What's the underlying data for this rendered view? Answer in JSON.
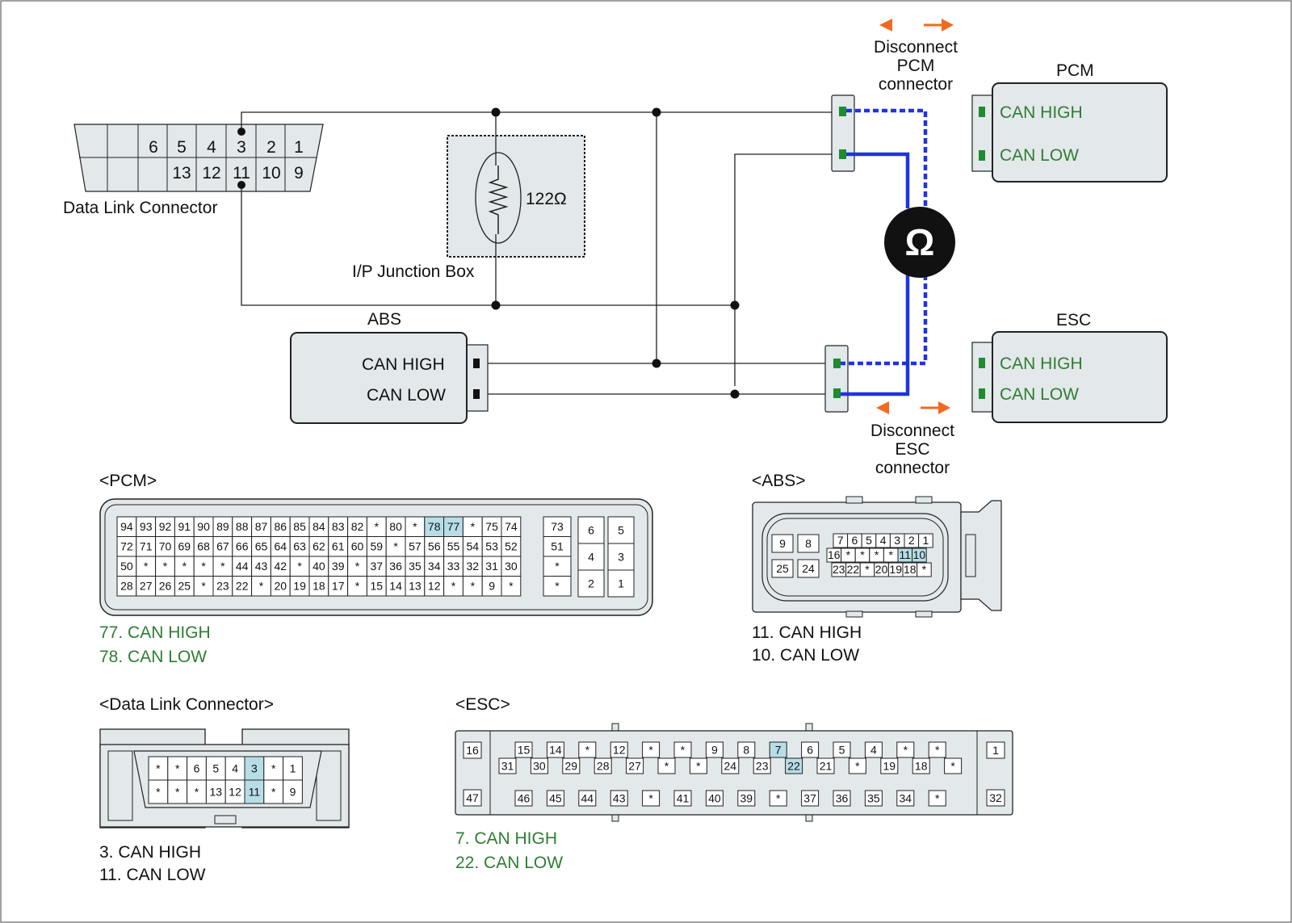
{
  "colors": {
    "wire_blue": "#1f33e0",
    "arrow_orange": "#f26a21",
    "can_green": "#2e7d32",
    "highlight": "#b7dde6",
    "ecu_fill": "#e3e8ea"
  },
  "schematic": {
    "dlc_label": "Data Link Connector",
    "dlc_top_pins": [
      "6",
      "5",
      "4",
      "3",
      "2",
      "1"
    ],
    "dlc_bottom_pins": [
      "13",
      "12",
      "11",
      "10",
      "9"
    ],
    "junction_box_label": "I/P Junction Box",
    "resistor_value": "122Ω",
    "pcm": {
      "title": "PCM",
      "can_high": "CAN HIGH",
      "can_low": "CAN LOW"
    },
    "esc": {
      "title": "ESC",
      "can_high": "CAN HIGH",
      "can_low": "CAN LOW"
    },
    "abs": {
      "title": "ABS",
      "can_high": "CAN HIGH",
      "can_low": "CAN LOW"
    },
    "disconnect_pcm": [
      "Disconnect",
      "PCM",
      "connector"
    ],
    "disconnect_esc": [
      "Disconnect",
      "ESC",
      "connector"
    ],
    "meter_symbol": "Ω"
  },
  "pcm_connector": {
    "title": "<PCM>",
    "rows": [
      [
        "94",
        "93",
        "92",
        "91",
        "90",
        "89",
        "88",
        "87",
        "86",
        "85",
        "84",
        "83",
        "82",
        "*",
        "80",
        "*",
        "78",
        "77",
        "*",
        "75",
        "74"
      ],
      [
        "72",
        "71",
        "70",
        "69",
        "68",
        "67",
        "66",
        "65",
        "64",
        "63",
        "62",
        "61",
        "60",
        "59",
        "*",
        "57",
        "56",
        "55",
        "54",
        "53",
        "52"
      ],
      [
        "50",
        "*",
        "*",
        "*",
        "*",
        "*",
        "44",
        "43",
        "42",
        "*",
        "40",
        "39",
        "*",
        "37",
        "36",
        "35",
        "34",
        "33",
        "32",
        "31",
        "30"
      ],
      [
        "28",
        "27",
        "26",
        "25",
        "*",
        "23",
        "22",
        "*",
        "20",
        "19",
        "18",
        "17",
        "*",
        "15",
        "14",
        "13",
        "12",
        "*",
        "*",
        "9",
        "*"
      ]
    ],
    "extra_col": [
      "73",
      "51",
      "*",
      "*"
    ],
    "right_pins": [
      "6",
      "5",
      "4",
      "3",
      "2",
      "1"
    ],
    "highlighted": [
      "78",
      "77"
    ],
    "notes": [
      "77. CAN HIGH",
      "78. CAN LOW"
    ]
  },
  "abs_connector": {
    "title": "<ABS>",
    "left_pins": [
      "9",
      "8",
      "25",
      "24"
    ],
    "row1": [
      "7",
      "6",
      "5",
      "4",
      "3",
      "2",
      "1"
    ],
    "row2": [
      "16",
      "*",
      "*",
      "*",
      "*",
      "11",
      "10"
    ],
    "row3": [
      "23",
      "22",
      "*",
      "20",
      "19",
      "18",
      "*"
    ],
    "highlighted": [
      "11",
      "10"
    ],
    "notes": [
      "11. CAN HIGH",
      "10. CAN LOW"
    ]
  },
  "dlc_connector": {
    "title": "<Data Link Connector>",
    "row1": [
      "*",
      "*",
      "6",
      "5",
      "4",
      "3",
      "*",
      "1"
    ],
    "row2": [
      "*",
      "*",
      "*",
      "13",
      "12",
      "11",
      "*",
      "9"
    ],
    "highlighted": [
      "3",
      "11"
    ],
    "notes": [
      "3. CAN HIGH",
      "11. CAN LOW"
    ]
  },
  "esc_connector": {
    "title": "<ESC>",
    "side_left": [
      "16",
      "47"
    ],
    "side_right": [
      "1",
      "32"
    ],
    "row1": [
      "15",
      "14",
      "*",
      "12",
      "*",
      "*",
      "9",
      "8",
      "7",
      "6",
      "5",
      "4",
      "*",
      "*"
    ],
    "row2": [
      "31",
      "30",
      "29",
      "28",
      "27",
      "*",
      "*",
      "24",
      "23",
      "22",
      "21",
      "*",
      "19",
      "18",
      "*"
    ],
    "row3": [
      "46",
      "45",
      "44",
      "43",
      "*",
      "41",
      "40",
      "39",
      "*",
      "37",
      "36",
      "35",
      "34",
      "*"
    ],
    "highlighted": [
      "7",
      "22"
    ],
    "notes": [
      "7. CAN HIGH",
      "22. CAN LOW"
    ]
  }
}
